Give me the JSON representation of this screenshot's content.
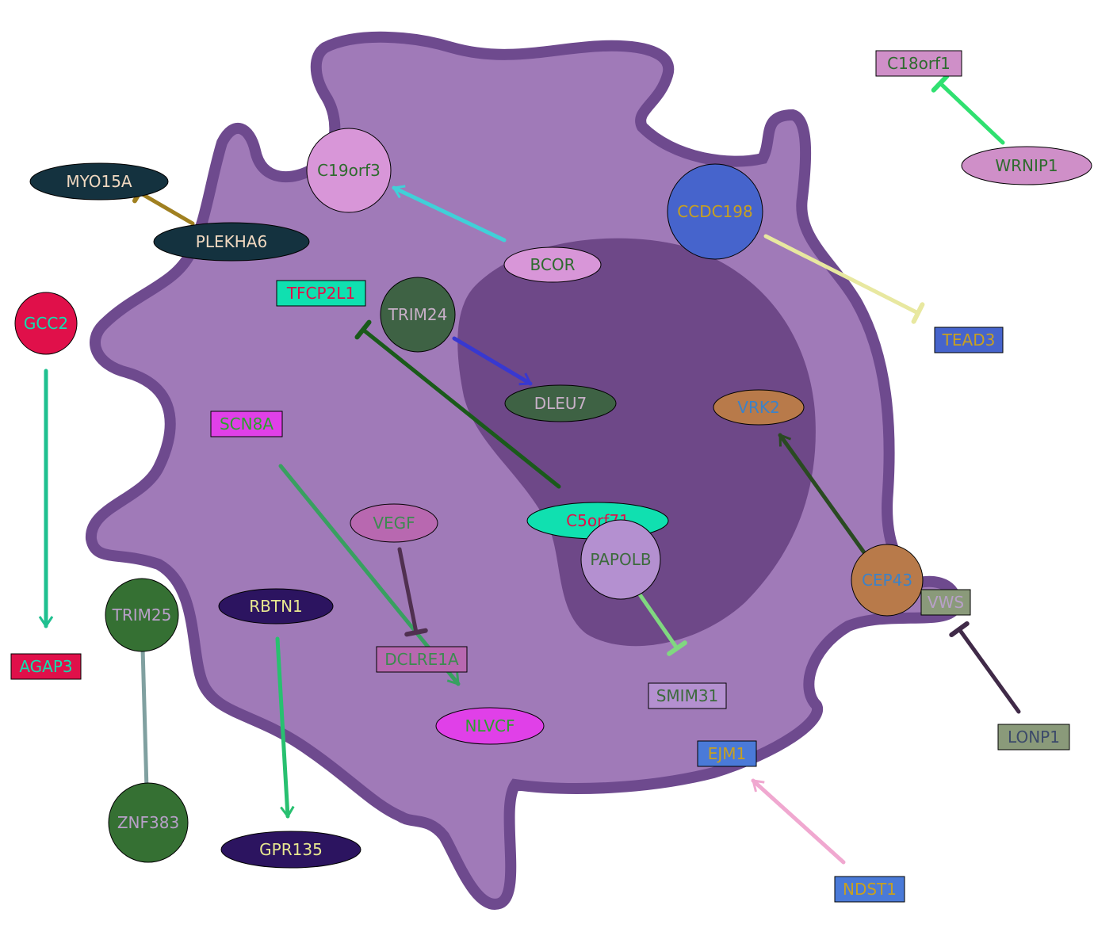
{
  "nodes": {
    "c18orf1": {
      "label": "C18orf1",
      "shape": "rect",
      "fill": "#cf8fc8",
      "text": "#2e6b2e"
    },
    "wrnip1": {
      "label": "WRNIP1",
      "shape": "ellipse",
      "fill": "#cf8fc8",
      "text": "#2e6b2e"
    },
    "myo15a": {
      "label": "MYO15A",
      "shape": "ellipse",
      "fill": "#14323f",
      "text": "#f0d8c0"
    },
    "plekha6": {
      "label": "PLEKHA6",
      "shape": "ellipse",
      "fill": "#14323f",
      "text": "#f0d8c0"
    },
    "c19orf3": {
      "label": "C19orf3",
      "shape": "circle",
      "fill": "#d896d8",
      "text": "#2e6b2e"
    },
    "bcor": {
      "label": "BCOR",
      "shape": "ellipse",
      "fill": "#d896d8",
      "text": "#2e6b2e"
    },
    "ccdc198": {
      "label": "CCDC198",
      "shape": "circle",
      "fill": "#4664cc",
      "text": "#c8a020"
    },
    "tead3": {
      "label": "TEAD3",
      "shape": "rect",
      "fill": "#4664cc",
      "text": "#c8a020"
    },
    "gcc2": {
      "label": "GCC2",
      "shape": "circle",
      "fill": "#e0104a",
      "text": "#10e0b0"
    },
    "agap3": {
      "label": "AGAP3",
      "shape": "rect",
      "fill": "#e0104a",
      "text": "#10e0b0"
    },
    "tfcp2l1": {
      "label": "TFCP2L1",
      "shape": "rect",
      "fill": "#10e0b0",
      "text": "#e0104a"
    },
    "trim24": {
      "label": "TRIM24",
      "shape": "circle",
      "fill": "#3e6244",
      "text": "#c8b0c8"
    },
    "dleu7": {
      "label": "DLEU7",
      "shape": "ellipse",
      "fill": "#3e6244",
      "text": "#c8b0c8"
    },
    "vrk2": {
      "label": "VRK2",
      "shape": "ellipse",
      "fill": "#b87a4a",
      "text": "#3c82c8"
    },
    "scn8a": {
      "label": "SCN8A",
      "shape": "rect",
      "fill": "#e040e8",
      "text": "#2ea02e"
    },
    "vegf": {
      "label": "VEGF",
      "shape": "ellipse",
      "fill": "#b868b0",
      "text": "#3c8a50"
    },
    "c5orf71": {
      "label": "C5orf71",
      "shape": "ellipse",
      "fill": "#10e0b0",
      "text": "#e0104a"
    },
    "papolb": {
      "label": "PAPOLB",
      "shape": "circle",
      "fill": "#b490d0",
      "text": "#3c6a3c"
    },
    "cep43": {
      "label": "CEP43",
      "shape": "circle",
      "fill": "#b87a4a",
      "text": "#3c82c8"
    },
    "vws": {
      "label": "VWS",
      "shape": "rect",
      "fill": "#8a9a7a",
      "text": "#b8a0c8"
    },
    "trim25": {
      "label": "TRIM25",
      "shape": "circle",
      "fill": "#357033",
      "text": "#b8a0c8"
    },
    "rbtn1": {
      "label": "RBTN1",
      "shape": "ellipse",
      "fill": "#2c1460",
      "text": "#e8e890"
    },
    "dclre1a": {
      "label": "DCLRE1A",
      "shape": "rect",
      "fill": "#b868b0",
      "text": "#3c8a50"
    },
    "smim31": {
      "label": "SMIM31",
      "shape": "rect",
      "fill": "#b490d0",
      "text": "#3c6a3c"
    },
    "nlvcf": {
      "label": "NLVCF",
      "shape": "ellipse",
      "fill": "#e040e8",
      "text": "#2ea02e"
    },
    "ejm1": {
      "label": "EJM1",
      "shape": "rect",
      "fill": "#4a7ad8",
      "text": "#c8a020"
    },
    "lonp1": {
      "label": "LONP1",
      "shape": "rect",
      "fill": "#8a9a7a",
      "text": "#3c4a6a"
    },
    "znf383": {
      "label": "ZNF383",
      "shape": "circle",
      "fill": "#357033",
      "text": "#b8a0c8"
    },
    "gpr135": {
      "label": "GPR135",
      "shape": "ellipse",
      "fill": "#2c1460",
      "text": "#e8e890"
    },
    "ndst1": {
      "label": "NDST1",
      "shape": "rect",
      "fill": "#4a7ad8",
      "text": "#c8a020"
    }
  },
  "edges": [
    {
      "from": "wrnip1",
      "to": "c18orf1",
      "type": "inhibition",
      "color": "#30e070"
    },
    {
      "from": "plekha6",
      "to": "myo15a",
      "type": "inhibition",
      "color": "#a08020"
    },
    {
      "from": "bcor",
      "to": "c19orf3",
      "type": "activation",
      "color": "#40d0d8"
    },
    {
      "from": "ccdc198",
      "to": "tead3",
      "type": "inhibition",
      "color": "#e8e8a0"
    },
    {
      "from": "gcc2",
      "to": "agap3",
      "type": "activation",
      "color": "#20c090"
    },
    {
      "from": "trim24",
      "to": "dleu7",
      "type": "activation",
      "color": "#3838d0"
    },
    {
      "from": "c5orf71",
      "to": "tfcp2l1",
      "type": "inhibition",
      "color": "#1a5a1a"
    },
    {
      "from": "cep43",
      "to": "vrk2",
      "type": "activation",
      "color": "#2a4a22"
    },
    {
      "from": "scn8a",
      "to": "nlvcf",
      "type": "activation",
      "color": "#38a060"
    },
    {
      "from": "vegf",
      "to": "dclre1a",
      "type": "inhibition",
      "color": "#503050"
    },
    {
      "from": "papolb",
      "to": "smim31",
      "type": "inhibition",
      "color": "#80d880"
    },
    {
      "from": "trim25",
      "to": "znf383",
      "type": "inhibition",
      "color": "#80a0a0"
    },
    {
      "from": "rbtn1",
      "to": "gpr135",
      "type": "activation",
      "color": "#28c070"
    },
    {
      "from": "lonp1",
      "to": "vws",
      "type": "inhibition",
      "color": "#402a48"
    },
    {
      "from": "ndst1",
      "to": "ejm1",
      "type": "activation",
      "color": "#f0a8d0"
    }
  ],
  "colors": {
    "cytoplasm": "#a07ab8",
    "membrane": "#6e4a8e",
    "nucleus": "#6e4888"
  }
}
